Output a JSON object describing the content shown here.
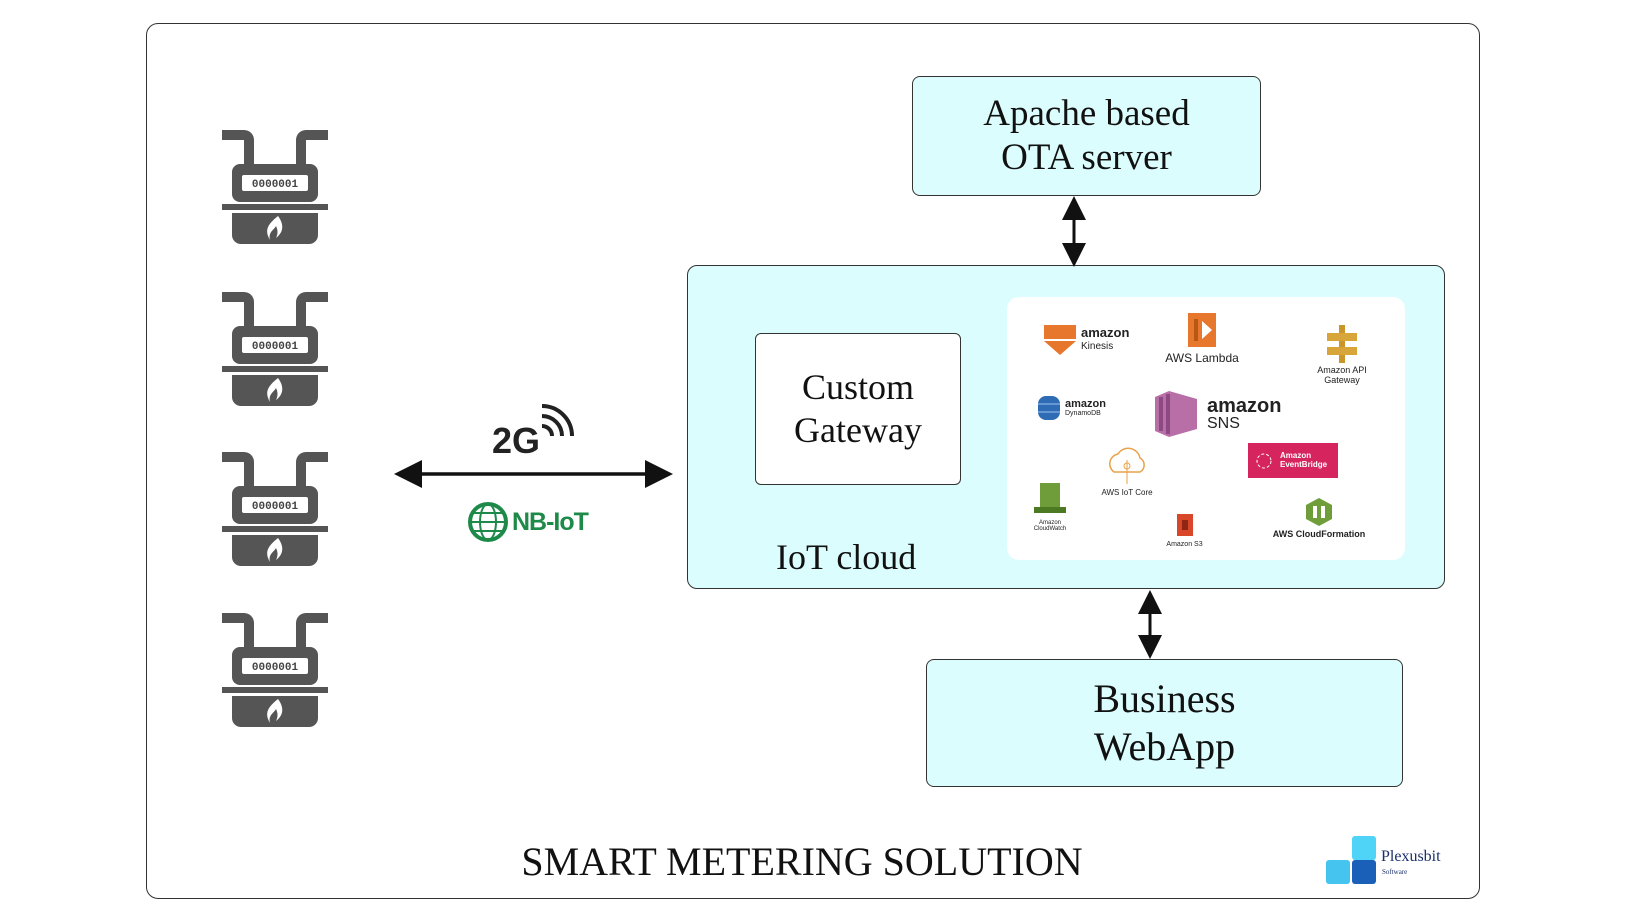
{
  "title": "SMART METERING SOLUTION",
  "nodes": {
    "ota_server": "Apache based OTA server",
    "ota_line1": "Apache based",
    "ota_line2": "OTA server",
    "iot_cloud": "IoT cloud",
    "gateway_line1": "Custom",
    "gateway_line2": "Gateway",
    "webapp_line1": "Business",
    "webapp_line2": "WebApp"
  },
  "connectivity": {
    "label_2g": "2G",
    "nb_iot": "NB-IoT"
  },
  "meters": [
    {
      "reading": "0000001"
    },
    {
      "reading": "0000001"
    },
    {
      "reading": "0000001"
    },
    {
      "reading": "0000001"
    }
  ],
  "aws_services": {
    "kinesis": {
      "brand": "amazon",
      "name": "Kinesis"
    },
    "lambda": "AWS Lambda",
    "api_gateway_1": "Amazon API",
    "api_gateway_2": "Gateway",
    "dynamodb": {
      "brand": "amazon",
      "name": "DynamoDB"
    },
    "sns": {
      "brand": "amazon",
      "name": "SNS"
    },
    "iot_core": "AWS IoT Core",
    "eventbridge_1": "Amazon",
    "eventbridge_2": "EventBridge",
    "cloudwatch_1": "Amazon",
    "cloudwatch_2": "CloudWatch",
    "s3": "Amazon S3",
    "cloudformation": "AWS CloudFormation"
  },
  "logo": {
    "name": "Plexusbit",
    "sub": "Software"
  },
  "colors": {
    "box_fill": "#dcfdfd",
    "meter": "#555555",
    "nb_iot": "#1e8a4a",
    "eventbridge": "#d6245f"
  }
}
